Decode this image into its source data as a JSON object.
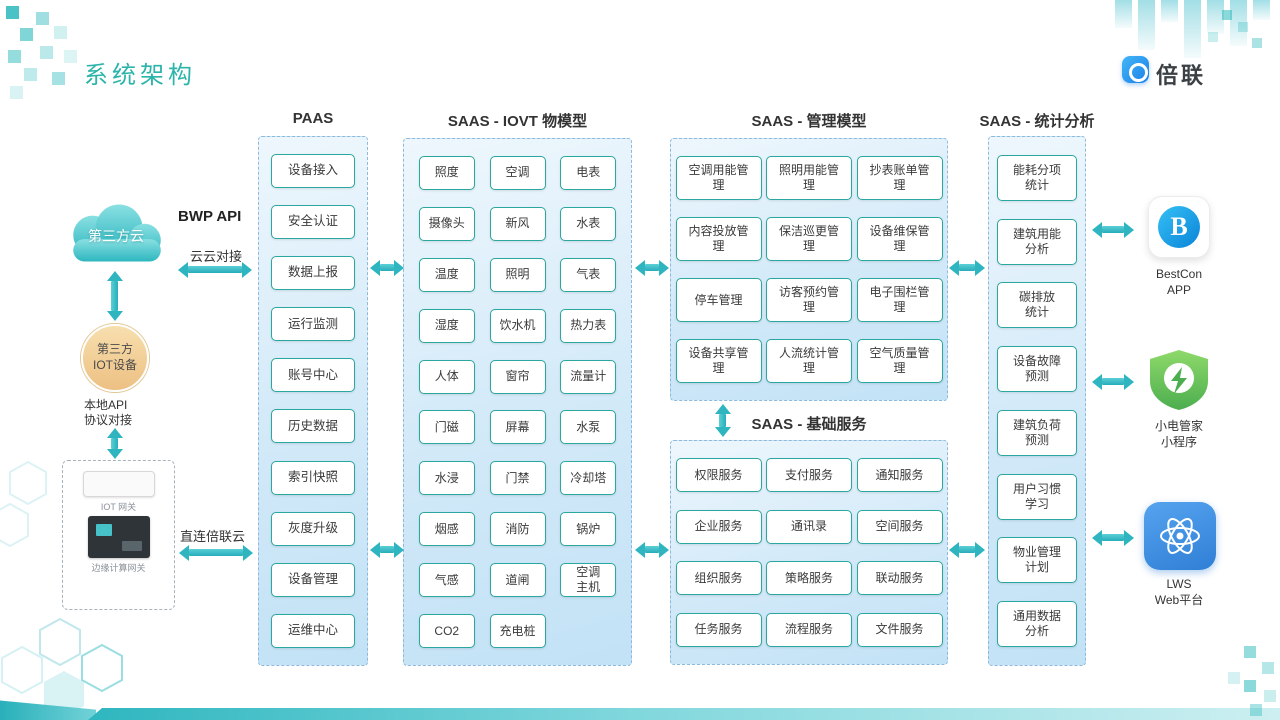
{
  "page": {
    "title": "系统架构",
    "brand": "倍联"
  },
  "left": {
    "cloud_label": "第三方云",
    "bwp_api_label": "BWP API",
    "cloud_link_label": "云云对接",
    "iot_device_label": "第三方\nIOT设备",
    "local_api_label": "本地API\n协议对接",
    "gateway_label_1": "IOT 网关",
    "gateway_label_2": "边缘计算网关",
    "direct_link_label": "直连倍联云"
  },
  "paas": {
    "title": "PAAS",
    "items": [
      "设备接入",
      "安全认证",
      "数据上报",
      "运行监测",
      "账号中心",
      "历史数据",
      "索引快照",
      "灰度升级",
      "设备管理",
      "运维中心"
    ]
  },
  "iovt": {
    "title": "SAAS - IOVT 物模型",
    "items": [
      "照度",
      "空调",
      "电表",
      "摄像头",
      "新风",
      "水表",
      "温度",
      "照明",
      "气表",
      "湿度",
      "饮水机",
      "热力表",
      "人体",
      "窗帘",
      "流量计",
      "门磁",
      "屏幕",
      "水泵",
      "水浸",
      "门禁",
      "冷却塔",
      "烟感",
      "消防",
      "锅炉",
      "气感",
      "道闸",
      "空调\n主机",
      "CO2",
      "充电桩"
    ]
  },
  "mgmt": {
    "title": "SAAS - 管理模型",
    "items": [
      "空调用能管\n理",
      "照明用能管\n理",
      "抄表账单管\n理",
      "内容投放管\n理",
      "保洁巡更管\n理",
      "设备维保管\n理",
      "停车管理",
      "访客预约管\n理",
      "电子围栏管\n理",
      "设备共享管\n理",
      "人流统计管\n理",
      "空气质量管\n理"
    ]
  },
  "basic": {
    "title": "SAAS - 基础服务",
    "items": [
      "权限服务",
      "支付服务",
      "通知服务",
      "企业服务",
      "通讯录",
      "空间服务",
      "组织服务",
      "策略服务",
      "联动服务",
      "任务服务",
      "流程服务",
      "文件服务"
    ]
  },
  "stats": {
    "title": "SAAS - 统计分析",
    "items": [
      "能耗分项\n统计",
      "建筑用能\n分析",
      "碳排放\n统计",
      "设备故障\n预测",
      "建筑负荷\n预测",
      "用户习惯\n学习",
      "物业管理\n计划",
      "通用数据\n分析"
    ]
  },
  "apps": {
    "bestcon_letter": "B",
    "bestcon_label": "BestCon\nAPP",
    "mini_label": "小电管家\n小程序",
    "lws_label": "LWS\nWeb平台"
  },
  "colors": {
    "accent_teal": "#2cb4aa",
    "arrow_teal": "#2fb5c0",
    "box_border": "#2aa79e",
    "panel_border": "#8fb9da",
    "brand_blue": "#1a7fe8",
    "shield_green": "#4cae4f",
    "lws_blue": "#2f7fd6"
  }
}
